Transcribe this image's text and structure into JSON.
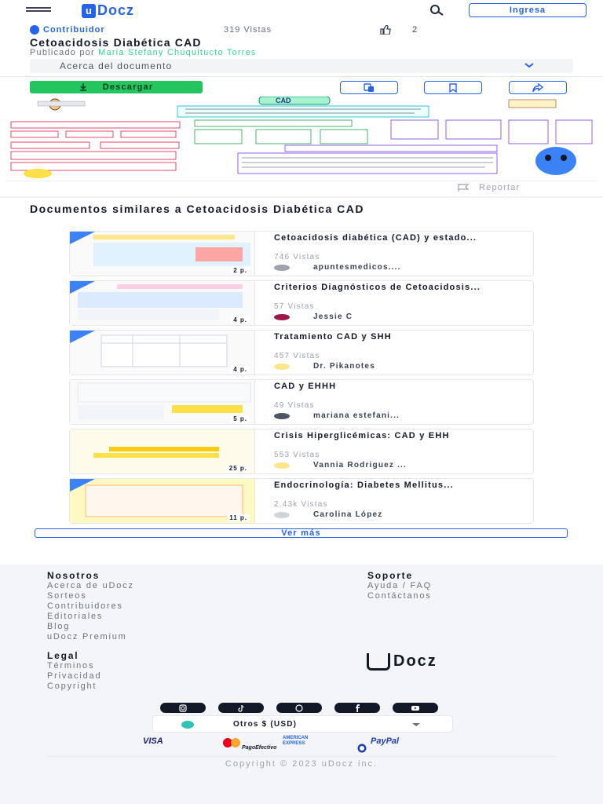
{
  "header": {
    "logo_text": "Docz",
    "logo_mark": "u",
    "login_label": "Ingresa"
  },
  "doc": {
    "badge": "Contribuidor",
    "views": "319 Vistas",
    "likes": "2",
    "title": "Cetoacidosis Diabética CAD",
    "published_by": "Publicado por",
    "author": "Maria Stefany Chuquitucto Torres",
    "about": "Acerca del documento",
    "download_label": "Descargar",
    "report_label": "Reportar",
    "preview_heading": "CAD"
  },
  "similar": {
    "title": "Documentos similares a Cetoacidosis Diabética CAD",
    "see_more": "Ver más",
    "items": [
      {
        "title": "Cetoacidosis diabética (CAD) y estado...",
        "views": "746 Vistas",
        "author": "apuntesmedicos....",
        "pages": "2 p.",
        "avatar": "#9ca3af"
      },
      {
        "title": "Criterios Diagnósticos de Cetoacidosis...",
        "views": "57 Vistas",
        "author": "Jessie C",
        "pages": "4 p.",
        "avatar": "#9d174d"
      },
      {
        "title": "Tratamiento CAD y SHH",
        "views": "457 Vistas",
        "author": "Dr. Pikanotes",
        "pages": "4 p.",
        "avatar": "#fde68a"
      },
      {
        "title": "CAD y EHHH",
        "views": "49 Vistas",
        "author": "mariana estefani...",
        "pages": "5 p.",
        "avatar": "#4b5563"
      },
      {
        "title": "Crisis Hiperglicémicas: CAD y EHH",
        "views": "553 Vistas",
        "author": "Vannia Rodriguez ...",
        "pages": "25 p.",
        "avatar": "#fde68a"
      },
      {
        "title": "Endocrinología: Diabetes Mellitus...",
        "views": "2.43k Vistas",
        "author": "Carolina López",
        "pages": "11 p.",
        "avatar": "#d1d5db"
      }
    ]
  },
  "footer": {
    "nosotros": {
      "heading": "Nosotros",
      "links": [
        "Acerca de uDocz",
        "Sorteos",
        "Contribuidores",
        "Editoriales",
        "Blog",
        "uDocz Premium"
      ]
    },
    "soporte": {
      "heading": "Soporte",
      "links": [
        "Ayuda / FAQ",
        "Contáctanos"
      ]
    },
    "legal": {
      "heading": "Legal",
      "links": [
        "Términos",
        "Privacidad",
        "Copyright"
      ]
    },
    "logo_text": "Docz",
    "logo_mark": "u",
    "currency": "Otros $ (USD)",
    "payments": [
      "VISA",
      "AMERICAN EXPRESS",
      "PayPal",
      "PagoEfectivo"
    ],
    "copyright": "Copyright © 2023 uDocz inc."
  },
  "colors": {
    "brand_blue": "#2563eb",
    "download_green": "#22c55e",
    "author_green": "#34d399"
  }
}
